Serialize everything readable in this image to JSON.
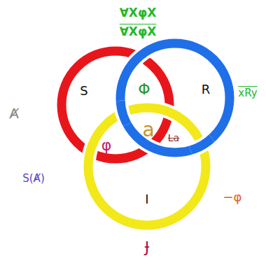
{
  "diagram": {
    "labels": [
      "∀XφX",
      "∀XφX",
      "xRy",
      "S",
      "Φ",
      "R",
      "φ",
      "a",
      "La",
      "Ⱥ",
      "S(Ⱥ)",
      "I",
      "−φ",
      "Ɉ"
    ]
  }
}
